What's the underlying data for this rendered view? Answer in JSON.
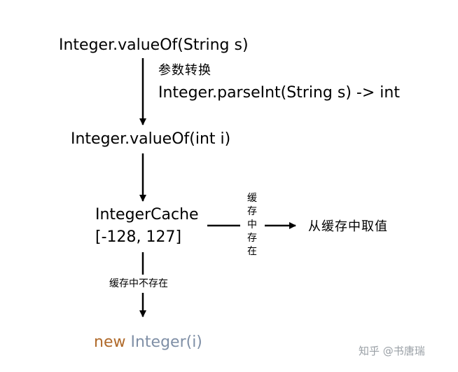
{
  "nodes": {
    "value_of_string": "Integer.valueOf(String s)",
    "param_convert_label": "参数转换",
    "parse_int": "Integer.parseInt(String s)  -> int",
    "value_of_int": "Integer.valueOf(int i)",
    "integer_cache": "IntegerCache",
    "cache_range": "[-128, 127]",
    "take_from_cache": "从缓存中取值",
    "new_keyword": "new",
    "new_integer_rest": " Integer(i)"
  },
  "edges": {
    "exists_in_cache_chars": [
      "缓",
      "存",
      "中",
      "存",
      "在"
    ],
    "not_in_cache": "缓存中不存在"
  },
  "watermark": "知乎 @书唐瑞"
}
